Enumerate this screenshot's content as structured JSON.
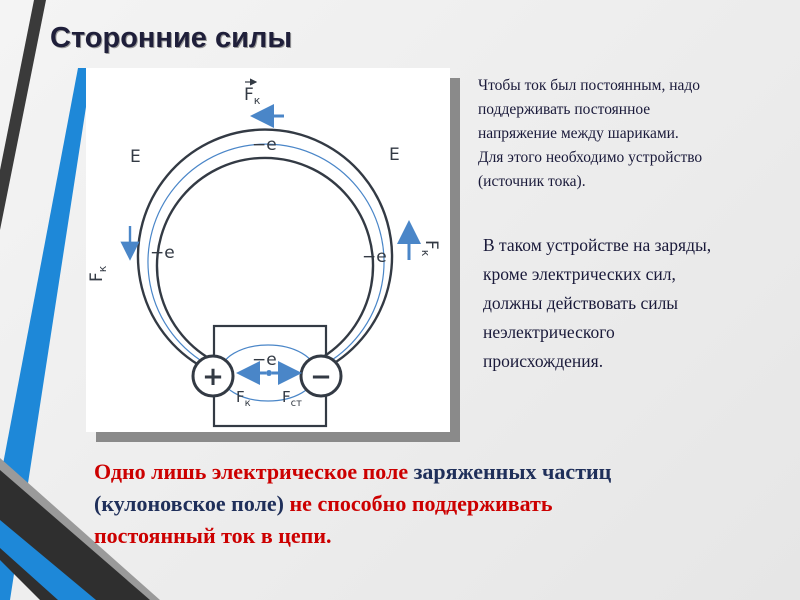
{
  "slide": {
    "title": "Сторонние силы"
  },
  "figure": {
    "labels": {
      "fk_top": "F",
      "fk_top_sub": "к",
      "fk_right": "F",
      "fk_right_sub": "к",
      "fk_left": "F",
      "fk_left_sub": "к",
      "fk_bottom": "F",
      "fk_bottom_sub": "к",
      "fst_bottom": "F",
      "fst_bottom_sub": "ст",
      "e_left": "E",
      "e_right": "E",
      "charge_top": "−e",
      "charge_left": "−e",
      "charge_right": "−e",
      "charge_source": "−e",
      "plus_sign": "+",
      "minus_sign": "−"
    }
  },
  "note_top": {
    "line1": "Чтобы ток был постоянным, надо",
    "line2": "поддерживать постоянное",
    "line3": "напряжение между шариками.",
    "line4": "Для этого необходимо устройство",
    "line5": "(источник тока)."
  },
  "note_middle": {
    "line1": "В таком устройстве на заряды,",
    "line2": "кроме электрических сил,",
    "line3": "должны действовать силы",
    "line4": "неэлектрического",
    "line5": "происхождения."
  },
  "bottom_text": {
    "part1_red": "Одно лишь электрическое поле",
    "part2_navy": " заряженных частиц",
    "part3_navy": "(кулоновское поле)",
    "part4_red": " не способно поддерживать",
    "part5_red": "постоянный ток в цепи."
  },
  "colors": {
    "accent_blue": "#1e88d8",
    "dark_stripe": "#3a3a3a",
    "arrow_blue": "#4a86c8",
    "red_text": "#cc0000",
    "navy_text": "#1f2f5a"
  }
}
